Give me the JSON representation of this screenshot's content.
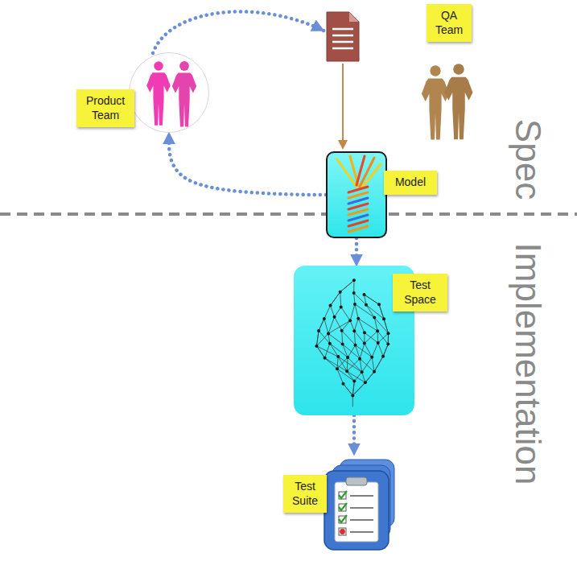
{
  "diagram": {
    "nodes": [
      {
        "text": [
          "Product Team"
        ]
      },
      {
        "text": [
          "QA Team"
        ]
      },
      {
        "text": [
          "Model"
        ]
      },
      {
        "text": [
          "Test Space"
        ]
      },
      {
        "text": [
          "Test Suite"
        ]
      }
    ],
    "edges": [
      {
        "from": 2,
        "to": 0,
        "arrow": "to"
      },
      {
        "from": 2,
        "to": 3,
        "arrow": "to"
      },
      {
        "from": 3,
        "to": 4,
        "arrow": "to"
      }
    ],
    "labels": [
      "Spec",
      "Implementation"
    ]
  }
}
